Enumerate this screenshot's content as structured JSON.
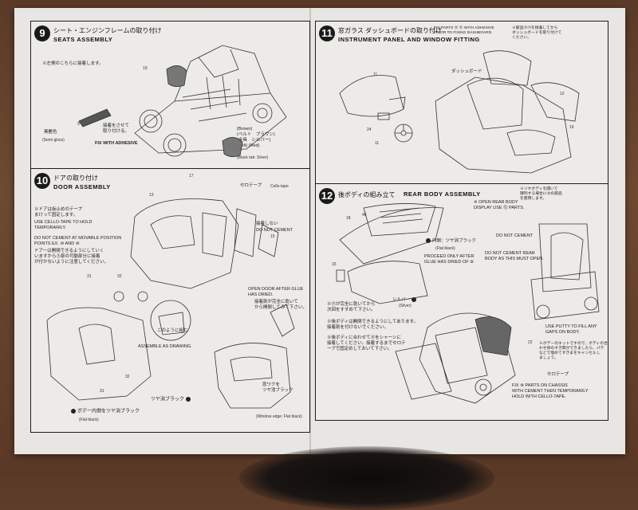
{
  "steps": [
    {
      "number": "9",
      "title_jp": "シート・エンジンフレームの取り付け",
      "title_en": "SEATS ASSEMBLY",
      "notes": {
        "jp_top": "※左側のこちらに接着します。",
        "adhesive_jp": "接着をさせて\n取り付ける。",
        "adhesive_en": "FIX WITH ADHESIVE",
        "color_black_jp": "黒艶色",
        "color_black_en": "(Semi gloss)",
        "color_belt": "(Brown)\n(ベルト　ブラウン)\n(金具　シルバー)\n(Belt) (Red)",
        "color_side": "(Black tab: Silver)"
      },
      "part_numbers": [
        "19",
        "9"
      ]
    },
    {
      "number": "10",
      "title_jp": "ドアの取り付け",
      "title_en": "DOOR ASSEMBLY",
      "notes": {
        "cello_jp": "セロテープ",
        "cello_en": "Cello-tape",
        "left_jp": "※ドアは仮止めのテープ\nまけって固定します。",
        "left_en": "USE CELLO-TAPE TO HOLD\nTEMPORARILY.",
        "do_not_cement_left": "DO NOT CEMENT AT MOVABLE POSITION\nPOINTS EX. ⑩ AND ⑩",
        "left_jp2": "ドアーは開閉できるようにしていく\nいますから③部の可動部分に接着\nが付かないように注意してください。",
        "right_jp": "接着しない",
        "right_en": "DO NOT CEMENT",
        "open_door_en": "OPEN DOOR AFTER GLUE\nHAS DRIED.",
        "open_door_jp": "接着剤が完全に乾いて\nから開閉してみて下さい。",
        "as_drawing_jp": "このように組む",
        "as_drawing_en": "ASSEMBLE AS DRAWING.",
        "gloss_black_jp": "ツヤ消ブラック",
        "window_frame_jp": "窓ワクを\nツヤ消ブラック",
        "window_frame_en": "(Window edge: Flat black)",
        "body_inner_jp": "ボデー内側をツヤ消ブラック",
        "flat_black": "(Flat black)"
      },
      "part_numbers": [
        "17",
        "13",
        "31",
        "32",
        "31",
        "32",
        "15"
      ]
    },
    {
      "number": "11",
      "title_jp": "窓ガラス ダッシュボードの取り付け",
      "title_en": "INSTRUMENT PANEL AND WINDOW FITTING",
      "notes": {
        "fix_parts_en": "FIX PARTS ⑪ ⑪ WITH ADHESIVE\nPRIOR TO FIXING DASHBOARD.",
        "fix_parts_jp": "※部品⑪⑪を接着してから\nダッシュボードを取り付けて\nください。",
        "dashboard_jp": "ダッシュボード"
      },
      "part_numbers": [
        "11",
        "24",
        "11",
        "12",
        "16"
      ]
    },
    {
      "number": "12",
      "title_jp": "後ボディの組み立て",
      "title_en": "REAR BODY ASSEMBLY",
      "notes": {
        "open_rear_en": "※ OPEN REAR BODY\nDISPLAY USE ⑫ PARTS.",
        "open_rear_jp": "※リヤボディを開いて\n陳列する場合に⑫の部品\nを使用します。",
        "do_not_cement": "DO NOT CEMENT",
        "inner_black_jp": "内側：ツヤ消ブラック",
        "flat_black": "(Flat black)",
        "proceed_en": "PROCEED ONLY AFTER\nGLUE HAS DRIED OF ⑧",
        "do_not_cement_rear": "DO NOT CEMENT REAR\nBODY AS THIS MUST OPEN.",
        "silver_jp": "シルバー",
        "silver_en": "(Silver)",
        "left_jp1": "※⑪が完全に乾いてから\n次回をすすめて下さい。",
        "left_jp2": "※後ボディは開閉できるようにしてあります。\n接着剤を付けないでください。",
        "left_jp3": "※後ボディに合わせて⑧をシャーシに\n接着してください。接着するまでセロテ\nープで固定めしておいて下さい。",
        "putty_en": "USE PUTTY TO FILL ANY\nGAPS ON BODY.",
        "putty_jp": "※ボデーのキットですので、ボディの合\nわせ目のすき間ができましたら、パテ\nなどで埋めてすきまをキャンセルし\nましょう。",
        "cello_jp": "セロテープ",
        "fix_chassis_en": "FIX ⑧ PARTS ON CHASSIS\nWITH CEMENT THEN TEMPORARILY\nHOLD WITH CELLO-TAPE."
      },
      "part_numbers": [
        "18",
        "46",
        "33",
        "22"
      ]
    }
  ]
}
